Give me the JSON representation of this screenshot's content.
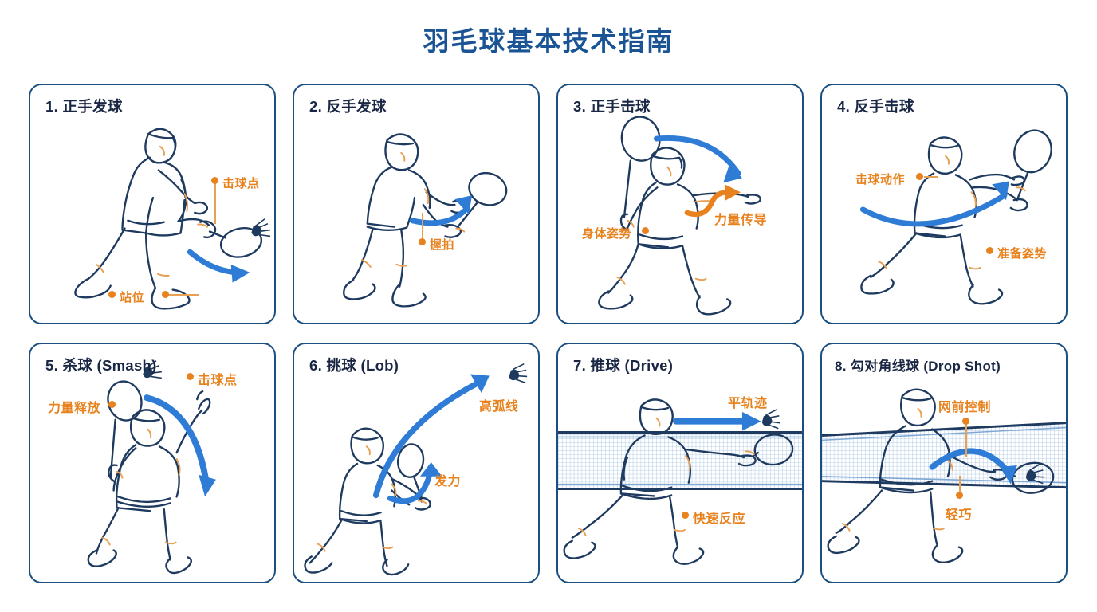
{
  "title": "羽毛球基本技术指南",
  "colors": {
    "title_blue": "#1A5494",
    "panel_border": "#1B4F82",
    "line_art": "#1E3A5F",
    "arrow_blue": "#2E7CD6",
    "label_orange": "#E8821E",
    "panel_title": "#1A2744",
    "background": "#FFFFFF",
    "skin_accent": "#E8A055",
    "net_grid": "#9FC0E0"
  },
  "panels": [
    {
      "index": "1.",
      "title": "1. 正手发球",
      "icons": [
        "player-forehand-serve",
        "racket",
        "shuttlecock",
        "blue-swing-arrow"
      ],
      "labels": [
        {
          "text": "击球点",
          "anchor": "contact-point"
        },
        {
          "text": "站位",
          "anchor": "stance"
        }
      ]
    },
    {
      "index": "2.",
      "title": "2. 反手发球",
      "icons": [
        "player-backhand-serve",
        "racket",
        "blue-swing-arrow"
      ],
      "labels": [
        {
          "text": "握拍",
          "anchor": "grip"
        }
      ]
    },
    {
      "index": "3.",
      "title": "3. 正手击球",
      "icons": [
        "player-forehand-stroke",
        "racket",
        "blue-swing-arrow",
        "orange-power-arrow"
      ],
      "labels": [
        {
          "text": "身体姿势",
          "anchor": "body-posture"
        },
        {
          "text": "力量传导",
          "anchor": "power-transfer"
        }
      ]
    },
    {
      "index": "4.",
      "title": "4. 反手击球",
      "icons": [
        "player-backhand-stroke",
        "racket",
        "blue-swing-arrow"
      ],
      "labels": [
        {
          "text": "击球动作",
          "anchor": "stroke-motion"
        },
        {
          "text": "准备姿势",
          "anchor": "ready-position"
        }
      ]
    },
    {
      "index": "5.",
      "title": "5. 杀球 (Smash)",
      "icons": [
        "player-smash-jump",
        "racket",
        "shuttlecock",
        "blue-smash-arrow"
      ],
      "labels": [
        {
          "text": "力量释放",
          "anchor": "power-release"
        },
        {
          "text": "击球点",
          "anchor": "contact-point"
        }
      ]
    },
    {
      "index": "6.",
      "title": "6. 挑球 (Lob)",
      "icons": [
        "player-lob",
        "racket",
        "shuttlecock",
        "blue-lob-arc",
        "blue-upswing-arrow"
      ],
      "labels": [
        {
          "text": "高弧线",
          "anchor": "high-arc"
        },
        {
          "text": "发力",
          "anchor": "exert-force"
        }
      ]
    },
    {
      "index": "7.",
      "title": "7. 推球 (Drive)",
      "icons": [
        "player-drive",
        "racket",
        "shuttlecock",
        "net",
        "blue-flat-arrow"
      ],
      "labels": [
        {
          "text": "平轨迹",
          "anchor": "flat-trajectory"
        },
        {
          "text": "快速反应",
          "anchor": "quick-reaction"
        }
      ]
    },
    {
      "index": "8.",
      "title": "8. 勾对角线球 (Drop Shot)",
      "icons": [
        "player-drop-shot",
        "racket",
        "shuttlecock",
        "net",
        "blue-drop-arc"
      ],
      "labels": [
        {
          "text": "网前控制",
          "anchor": "net-control"
        },
        {
          "text": "轻巧",
          "anchor": "light-touch"
        }
      ]
    }
  ]
}
